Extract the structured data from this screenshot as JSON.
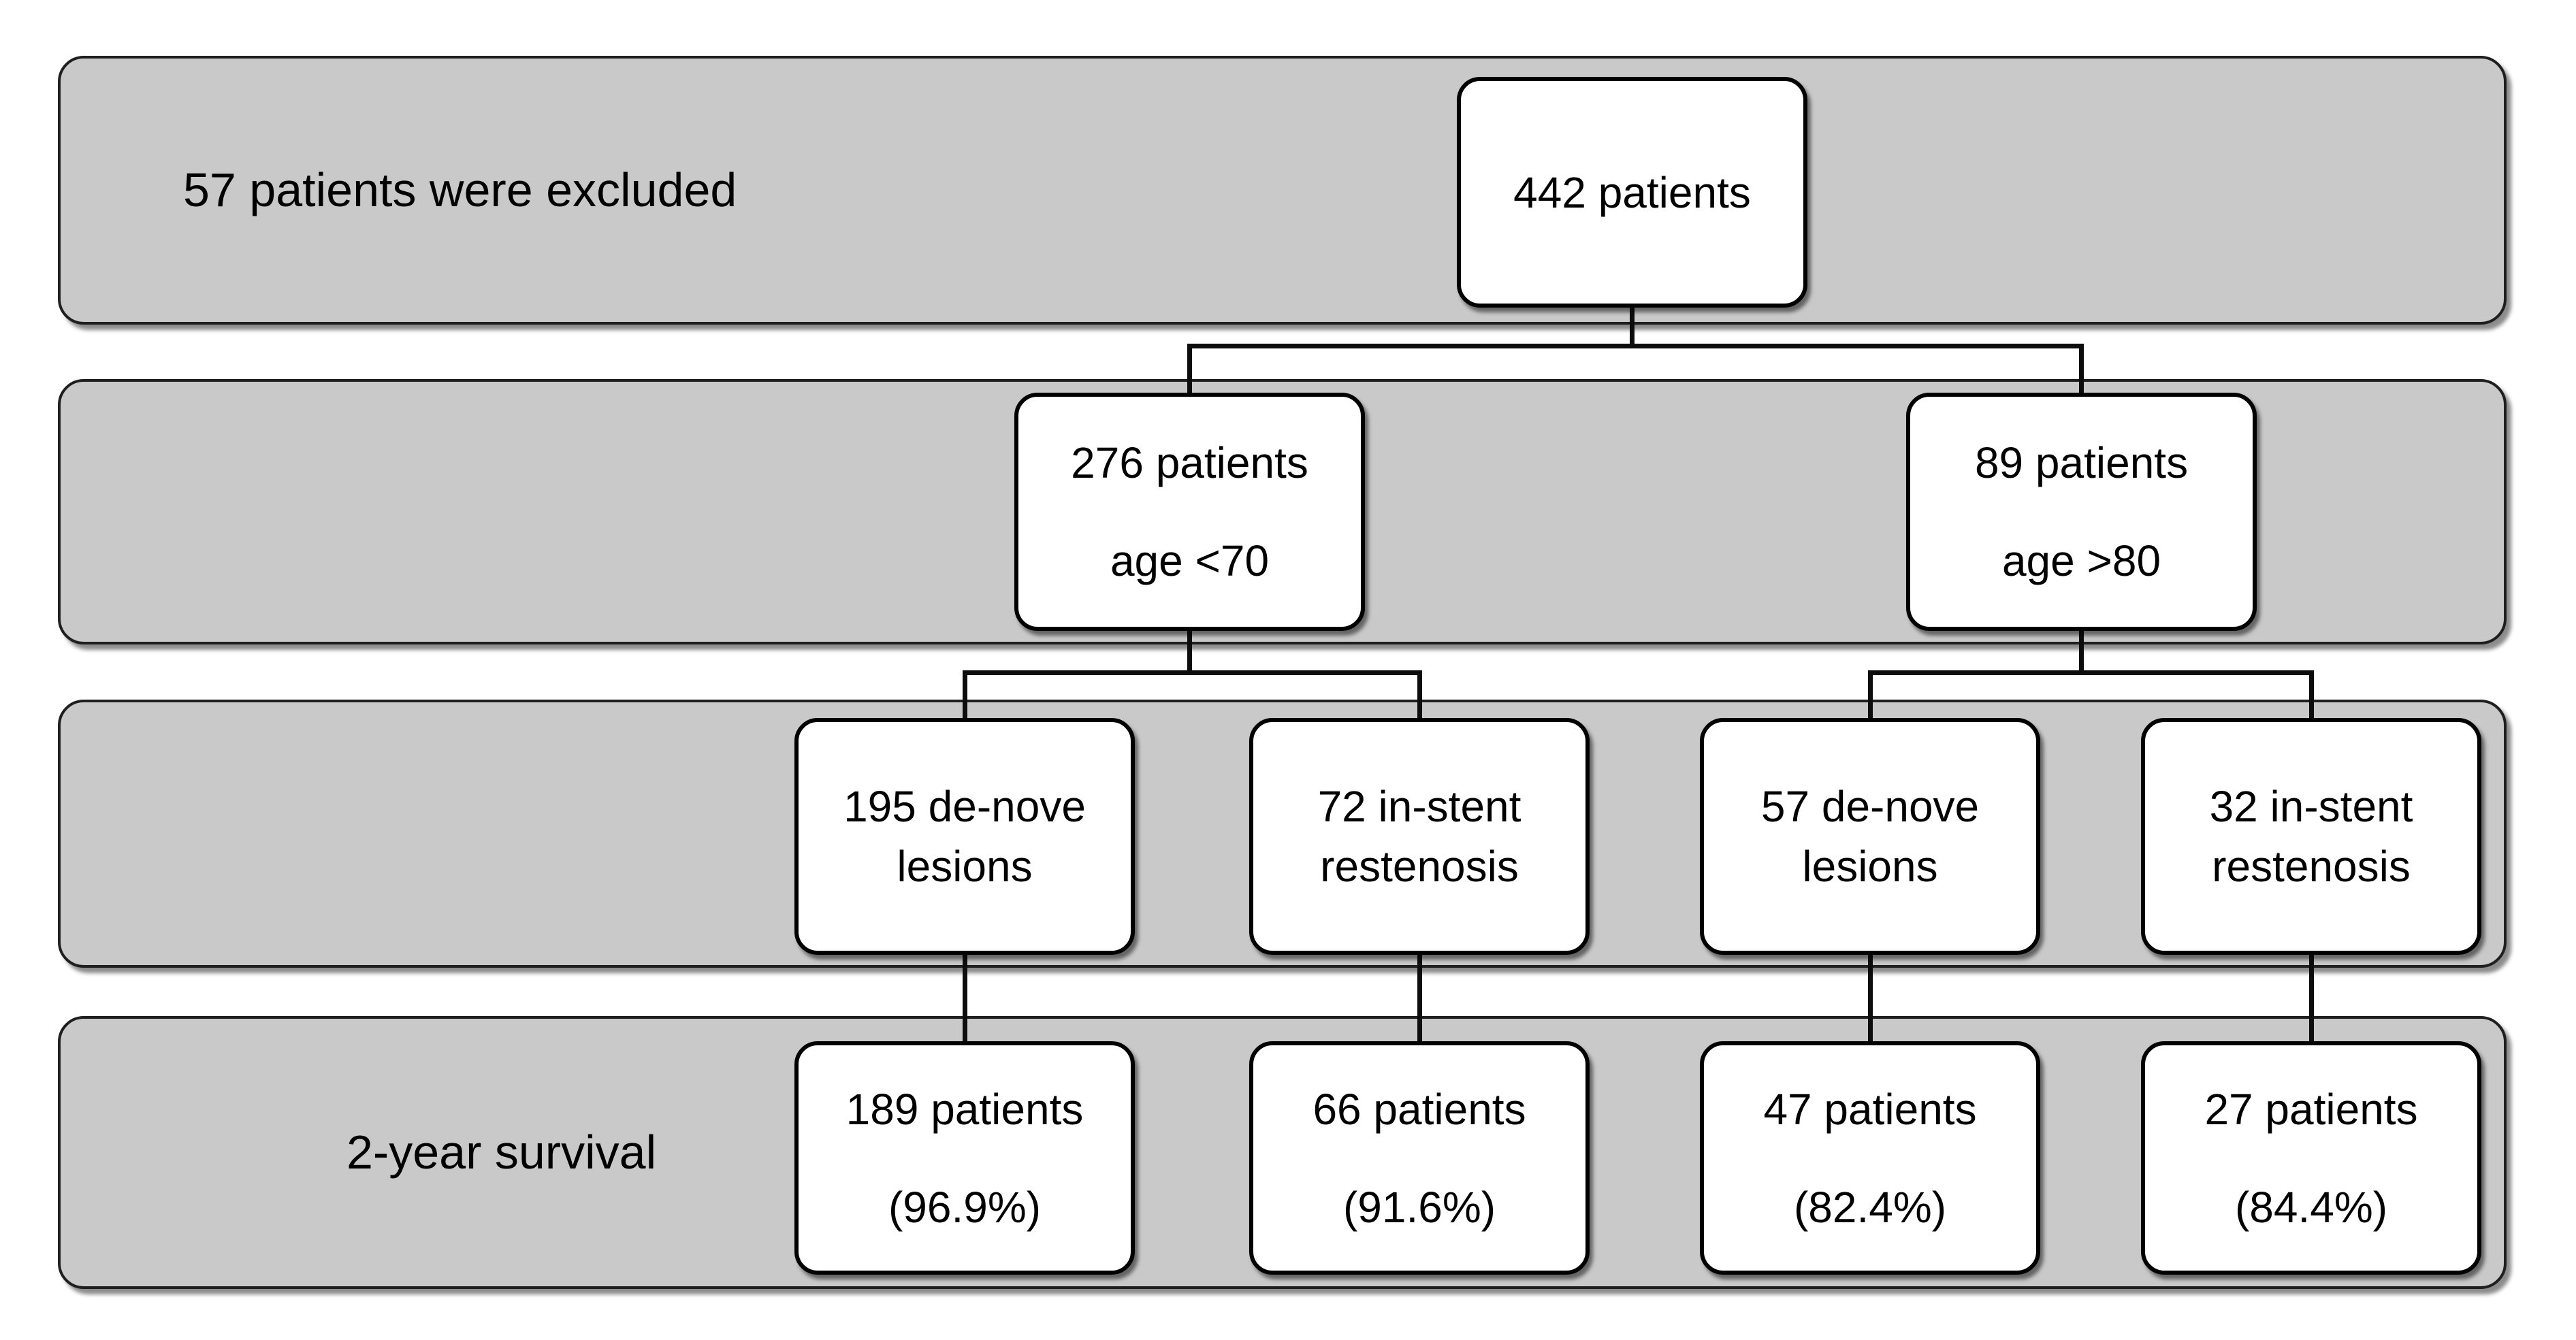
{
  "figure": {
    "type": "patient-flow-diagram",
    "bands": [
      {
        "label": "57 patients were excluded"
      },
      {
        "label": ""
      },
      {
        "label": ""
      },
      {
        "label": "2-year survival"
      }
    ],
    "nodes": {
      "total": {
        "lines": [
          "442 patients"
        ]
      },
      "age_lt70": {
        "lines": [
          "276 patients",
          "age <70"
        ]
      },
      "age_gt80": {
        "lines": [
          "89 patients",
          "age >80"
        ]
      },
      "lt70_denove": {
        "lines": [
          "195 de-nove",
          "lesions"
        ]
      },
      "lt70_instent": {
        "lines": [
          "72 in-stent",
          "restenosis"
        ]
      },
      "gt80_denove": {
        "lines": [
          "57 de-nove",
          "lesions"
        ]
      },
      "gt80_instent": {
        "lines": [
          "32 in-stent",
          "restenosis"
        ]
      },
      "survival_lt70_denove": {
        "lines": [
          "189 patients",
          "(96.9%)"
        ]
      },
      "survival_lt70_instent": {
        "lines": [
          "66 patients",
          "(91.6%)"
        ]
      },
      "survival_gt80_denove": {
        "lines": [
          "47 patients",
          "(82.4%)"
        ]
      },
      "survival_gt80_instent": {
        "lines": [
          "27 patients",
          "(84.4%)"
        ]
      }
    }
  },
  "colors": {
    "band_fill": "#c9c9c9",
    "band_border": "#1f1f1f",
    "box_fill": "#ffffff",
    "box_border": "#000000",
    "connector": "#0d0d0d",
    "text": "#000000"
  }
}
